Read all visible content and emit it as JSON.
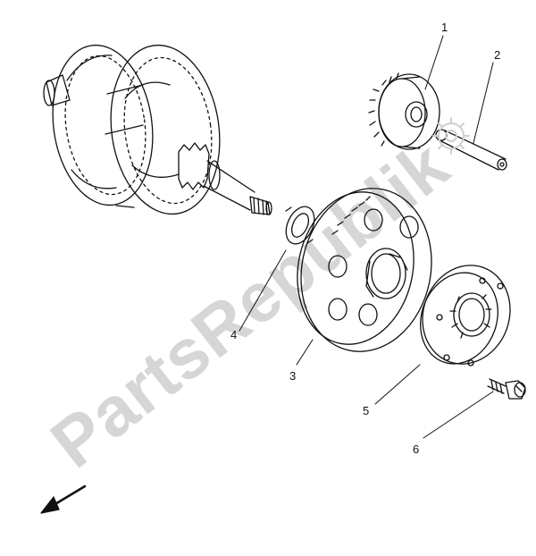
{
  "diagram": {
    "watermark_text": "PartsRepublik",
    "callouts": [
      {
        "id": "1",
        "label": "1"
      },
      {
        "id": "2",
        "label": "2"
      },
      {
        "id": "3",
        "label": "3"
      },
      {
        "id": "4",
        "label": "4"
      },
      {
        "id": "5",
        "label": "5"
      },
      {
        "id": "6",
        "label": "6"
      }
    ],
    "colors": {
      "line": "#111111",
      "watermark": "#d6d6d6",
      "background": "#ffffff"
    },
    "icons": [
      "front-direction-arrow-icon",
      "gear-logo-icon"
    ]
  }
}
